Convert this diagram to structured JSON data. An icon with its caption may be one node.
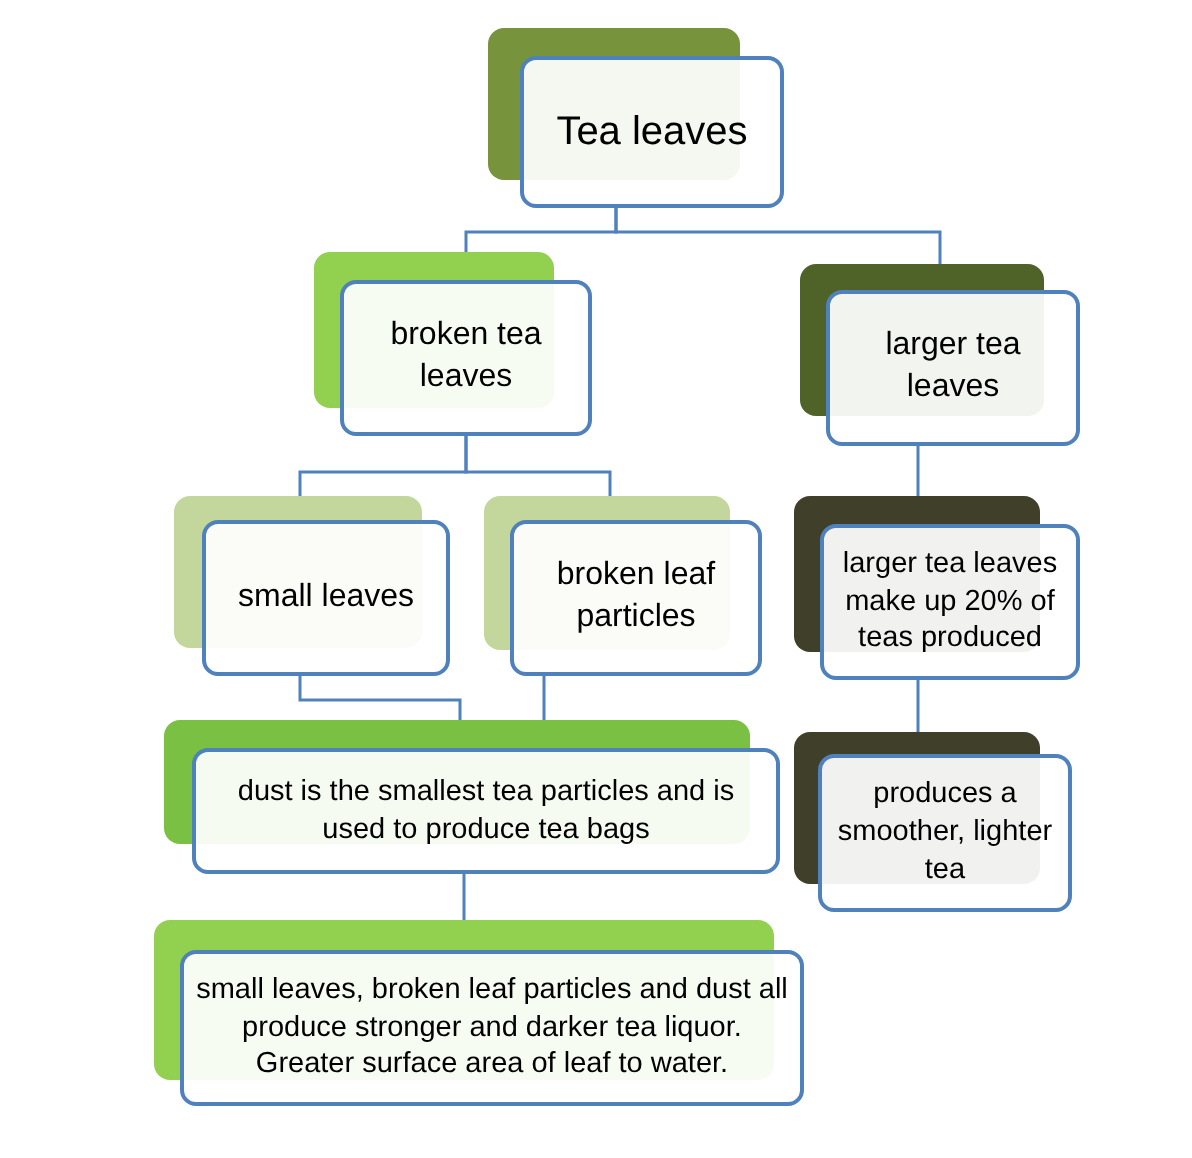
{
  "diagram": {
    "nodes": [
      {
        "text": [
          "Tea leaves"
        ]
      },
      {
        "text": [
          "broken tea leaves"
        ]
      },
      {
        "text": [
          "larger tea leaves"
        ]
      },
      {
        "text": [
          "small leaves"
        ]
      },
      {
        "text": [
          "broken leaf particles"
        ]
      },
      {
        "text": [
          "larger tea leaves make up 20% of teas produced"
        ]
      },
      {
        "text": [
          "dust is the smallest tea particles and is used to produce tea bags"
        ]
      },
      {
        "text": [
          "produces a smoother, lighter tea"
        ]
      },
      {
        "text": [
          "small leaves, broken leaf particles and dust all produce stronger and darker tea liquor. Greater surface area of leaf to water."
        ]
      }
    ],
    "edges": [
      {
        "from": 0,
        "to": 1,
        "arrow": "none"
      },
      {
        "from": 0,
        "to": 2,
        "arrow": "none"
      },
      {
        "from": 1,
        "to": 3,
        "arrow": "none"
      },
      {
        "from": 1,
        "to": 4,
        "arrow": "none"
      },
      {
        "from": 2,
        "to": 5,
        "arrow": "none"
      },
      {
        "from": 5,
        "to": 7,
        "arrow": "none"
      },
      {
        "from": 3,
        "to": 6,
        "arrow": "none"
      },
      {
        "from": 4,
        "to": 6,
        "arrow": "none"
      },
      {
        "from": 6,
        "to": 8,
        "arrow": "none"
      }
    ]
  }
}
